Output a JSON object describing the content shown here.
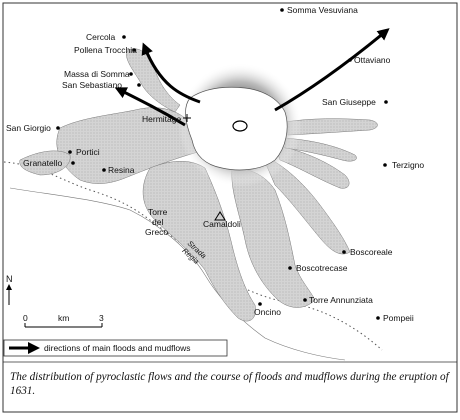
{
  "places": [
    {
      "id": "somma-vesuviana",
      "name": "Somma Vesuviana"
    },
    {
      "id": "cercola",
      "name": "Cercola"
    },
    {
      "id": "pollena-trocchia",
      "name": "Pollena Trocchia"
    },
    {
      "id": "ottaviano",
      "name": "Ottaviano"
    },
    {
      "id": "massa-di-somma",
      "name": "Massa di Somma"
    },
    {
      "id": "san-sebastiano",
      "name": "San Sebastiano"
    },
    {
      "id": "san-giuseppe",
      "name": "San Giuseppe"
    },
    {
      "id": "hermitage",
      "name": "Hermitage"
    },
    {
      "id": "san-giorgio",
      "name": "San Giorgio"
    },
    {
      "id": "portici",
      "name": "Portici"
    },
    {
      "id": "granatello",
      "name": "Granatello"
    },
    {
      "id": "terzigno",
      "name": "Terzigno"
    },
    {
      "id": "resina",
      "name": "Resina"
    },
    {
      "id": "torre-del-greco-1",
      "name": "Torre"
    },
    {
      "id": "torre-del-greco-2",
      "name": "del"
    },
    {
      "id": "torre-del-greco-3",
      "name": "Greco"
    },
    {
      "id": "camaldoli",
      "name": "Camaldoli"
    },
    {
      "id": "boscoreale",
      "name": "Boscoreale"
    },
    {
      "id": "boscotrecase",
      "name": "Boscotrecase"
    },
    {
      "id": "torre-annunziata",
      "name": "Torre Annunziata"
    },
    {
      "id": "oncino",
      "name": "Oncino"
    },
    {
      "id": "pompeii",
      "name": "Pompeii"
    }
  ],
  "road": {
    "line1": "Strada",
    "line2": "Regia"
  },
  "north_label": "N",
  "scale": {
    "start": "0",
    "unit": "km",
    "end": "3"
  },
  "legend": {
    "label": "directions of main floods and mudflows"
  },
  "caption": "The distribution of pyroclastic flows and the course of floods and mudflows during the eruption of 1631.",
  "colors": {
    "flow_fill": "#d6d6d6",
    "crater_glow": "#222222",
    "ink": "#111111"
  }
}
